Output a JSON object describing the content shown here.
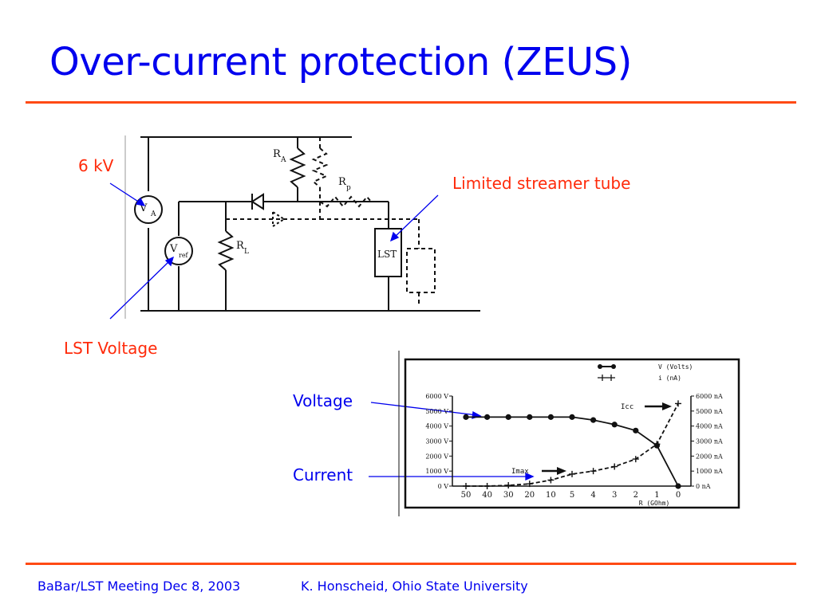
{
  "slide": {
    "title": "Over-current protection (ZEUS)",
    "footer_left": "BaBar/LST Meeting Dec 8, 2003",
    "footer_right": "K. Honscheid, Ohio State University"
  },
  "annotations": {
    "six_kv": "6 kV",
    "limited_streamer_tube": "Limited streamer tube",
    "lst_voltage": "LST Voltage",
    "voltage": "Voltage",
    "current": "Current"
  },
  "circuit": {
    "va_main": "V",
    "va_sub": "A",
    "vref_main": "V",
    "vref_sub": "ref",
    "ra_main": "R",
    "ra_sub": "A",
    "rp_main": "R",
    "rp_sub": "p",
    "rl_main": "R",
    "rl_sub": "L",
    "lst": "LST"
  },
  "colors": {
    "title_blue": "#0000ee",
    "accent_orange": "#ff4a14",
    "annotation_red": "#ff2a0a"
  },
  "chart_data": {
    "type": "line",
    "xlabel": "R (GOhm)",
    "categories": [
      "50",
      "40",
      "30",
      "20",
      "10",
      "5",
      "4",
      "3",
      "2",
      "1",
      "0"
    ],
    "left_axis_ticks": [
      "6000 V",
      "5000 V",
      "4000 V",
      "3000 V",
      "2000 V",
      "1000 V",
      "0 V"
    ],
    "right_axis_ticks": [
      "6000 nA",
      "5000 nA",
      "4000 nA",
      "3000 nA",
      "2000 nA",
      "1000 nA",
      "0 nA"
    ],
    "ylim": [
      0,
      6000
    ],
    "series": [
      {
        "name": "V (Volts)",
        "marker": "dot",
        "line": "solid",
        "values": [
          4600,
          4600,
          4600,
          4600,
          4600,
          4600,
          4400,
          4100,
          3700,
          2700,
          0
        ]
      },
      {
        "name": "i (nA)",
        "marker": "plus",
        "line": "dashed",
        "values": [
          0,
          0,
          50,
          150,
          400,
          800,
          1000,
          1300,
          1800,
          2800,
          5500
        ]
      }
    ],
    "annotations": [
      "Icc",
      "Imax"
    ],
    "legend": "top-right"
  }
}
